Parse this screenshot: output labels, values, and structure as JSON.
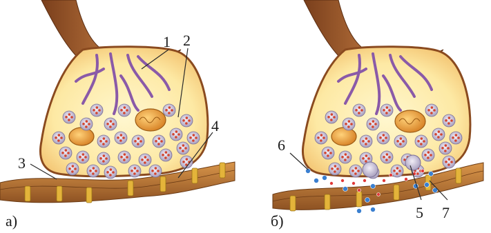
{
  "panels": [
    {
      "id": "a",
      "label": "а)",
      "callouts": [
        "1",
        "2",
        "3",
        "4"
      ]
    },
    {
      "id": "b",
      "label": "б)",
      "callouts": [
        "6",
        "5",
        "7"
      ]
    }
  ],
  "colors": {
    "axon": "#9b5a2a",
    "terminal_fill": "#fff2b8",
    "vesicle_outer": "#c9c2d6",
    "vesicle_inner": "#d2452f",
    "mitochondrion": "#e7962d",
    "membrane": "#b8742e",
    "receptor": "#e4b43a",
    "filaments": "#8a5aa8",
    "transmitter_red": "#e03a3a",
    "transmitter_blue": "#3a7fd0"
  }
}
